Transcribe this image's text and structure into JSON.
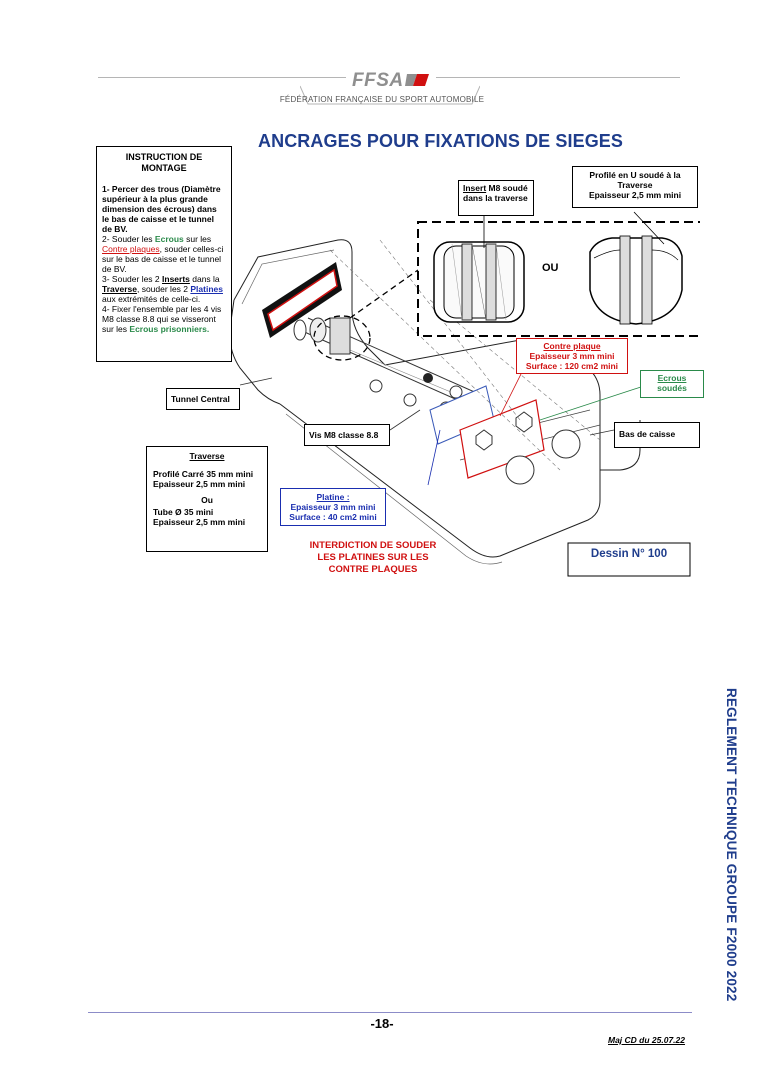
{
  "header": {
    "logo_text": "FFSA",
    "federation": "FÉDÉRATION FRANÇAISE DU SPORT AUTOMOBILE"
  },
  "title": "ANCRAGES POUR FIXATIONS DE SIEGES",
  "instruction": {
    "heading": "INSTRUCTION DE MONTAGE",
    "step1": "1- Percer des trous (Diamètre supérieur à la plus grande dimension des écrous) dans le bas de caisse et le tunnel de BV.",
    "step2_prefix": "2- Souder les ",
    "step2_ecrous": "Ecrous",
    "step2_mid": " sur les ",
    "step2_contre": "Contre plaques",
    "step2_suffix": ", souder celles-ci sur le bas de caisse et le tunnel de BV.",
    "step3_prefix": "3- Souder les 2 ",
    "step3_inserts": "Inserts",
    "step3_mid": " dans la ",
    "step3_traverse": "Traverse",
    "step3_mid2": ", souder les 2 ",
    "step3_platines": "Platines",
    "step3_suffix": " aux extrémités de celle-ci.",
    "step4_prefix": "4- Fixer l'ensemble par les 4 vis M8 classe 8.8 qui se visseront sur les ",
    "step4_ecrous": "Ecrous prisonniers."
  },
  "labels": {
    "insert": "Insert M8 soudé dans la traverse",
    "insert_u": "Insert",
    "insert_rest": " M8 soudé dans la traverse",
    "profile_u_1": "Profilé en U soudé à la",
    "profile_u_2": "Traverse",
    "profile_u_3": "Epaisseur 2,5 mm mini",
    "ou": "OU",
    "contre_plaque_title": "Contre plaque",
    "contre_plaque_1": "Epaisseur 3 mm mini",
    "contre_plaque_2": "Surface : 120 cm2 mini",
    "ecrous_1": "Ecrous",
    "ecrous_2": "soudés",
    "tunnel": "Tunnel Central",
    "vis": "Vis M8 classe 8.8",
    "bas_caisse": "Bas de caisse",
    "traverse_title": "Traverse",
    "traverse_1": "Profilé Carré 35 mm mini",
    "traverse_2": "Epaisseur 2,5 mm mini",
    "traverse_ou": "Ou",
    "traverse_3": "Tube Ø 35 mini",
    "traverse_4": "Epaisseur 2,5 mm mini",
    "platine_title": "Platine :",
    "platine_1": "Epaisseur 3 mm mini",
    "platine_2": "Surface : 40 cm2 mini",
    "interdiction_1": "INTERDICTION DE SOUDER",
    "interdiction_2": "LES PLATINES SUR LES",
    "interdiction_3": "CONTRE PLAQUES",
    "dessin": "Dessin N° 100"
  },
  "side_title": "REGLEMENT TECHNIQUE GROUPE F2000 2022",
  "footer": {
    "page": "-18-",
    "maj": "Maj CD du 25.07.22"
  },
  "colors": {
    "title_blue": "#1f3d8c",
    "red": "#d01010",
    "blue": "#1a2eb0",
    "green": "#2a8a4a"
  }
}
